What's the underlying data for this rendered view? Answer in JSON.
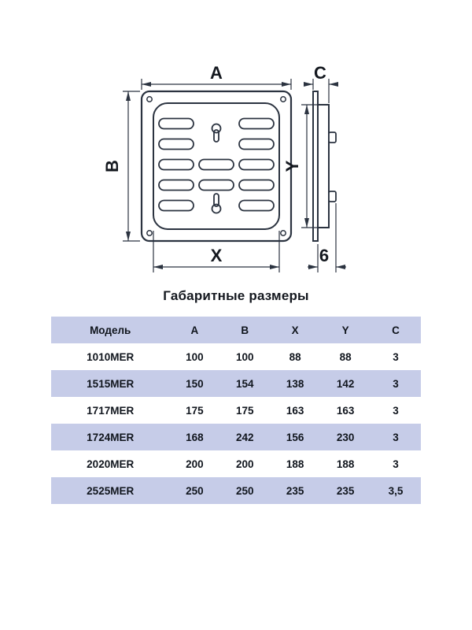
{
  "diagram": {
    "labels": {
      "a": "A",
      "b": "B",
      "c": "C",
      "x": "X",
      "y": "Y",
      "depth": "6"
    }
  },
  "title": "Габаритные размеры",
  "table": {
    "headers": [
      "Модель",
      "A",
      "B",
      "X",
      "Y",
      "C"
    ],
    "rows": [
      [
        "1010MER",
        "100",
        "100",
        "88",
        "88",
        "3"
      ],
      [
        "1515MER",
        "150",
        "154",
        "138",
        "142",
        "3"
      ],
      [
        "1717MER",
        "175",
        "175",
        "163",
        "163",
        "3"
      ],
      [
        "1724MER",
        "168",
        "242",
        "156",
        "230",
        "3"
      ],
      [
        "2020MER",
        "200",
        "200",
        "188",
        "188",
        "3"
      ],
      [
        "2525MER",
        "250",
        "250",
        "235",
        "235",
        "3,5"
      ]
    ]
  },
  "colors": {
    "row_highlight": "#c6cce8",
    "line": "#2b3340",
    "text": "#14181f",
    "background": "#ffffff"
  }
}
